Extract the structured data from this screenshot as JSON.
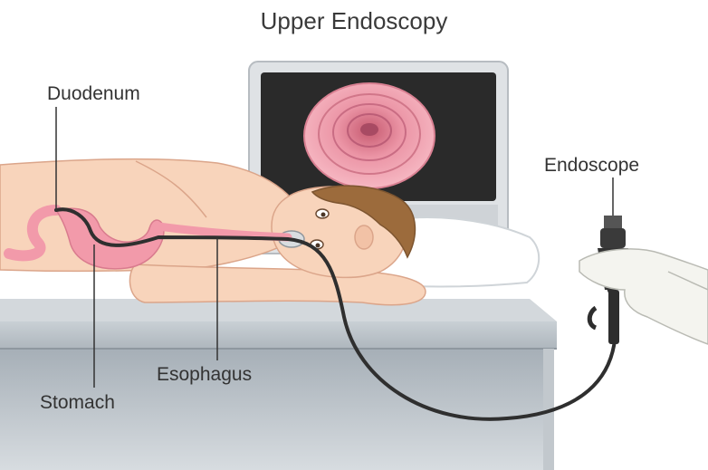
{
  "title": "Upper Endoscopy",
  "labels": {
    "duodenum": "Duodenum",
    "stomach": "Stomach",
    "esophagus": "Esophagus",
    "endoscope": "Endoscope"
  },
  "colors": {
    "skin": "#f7d2b8",
    "skin_shadow": "#e9b596",
    "organ": "#f09aa9",
    "hair": "#9b6a3b",
    "table_top": "#bcc3c9",
    "table_side": "#9aa4ad",
    "monitor_frame": "#d9dcdf",
    "screen": "#2b2b2b",
    "esophagus_view": "#e8889a",
    "scope_tube": "#333333",
    "glove": "#f3f3ee"
  }
}
